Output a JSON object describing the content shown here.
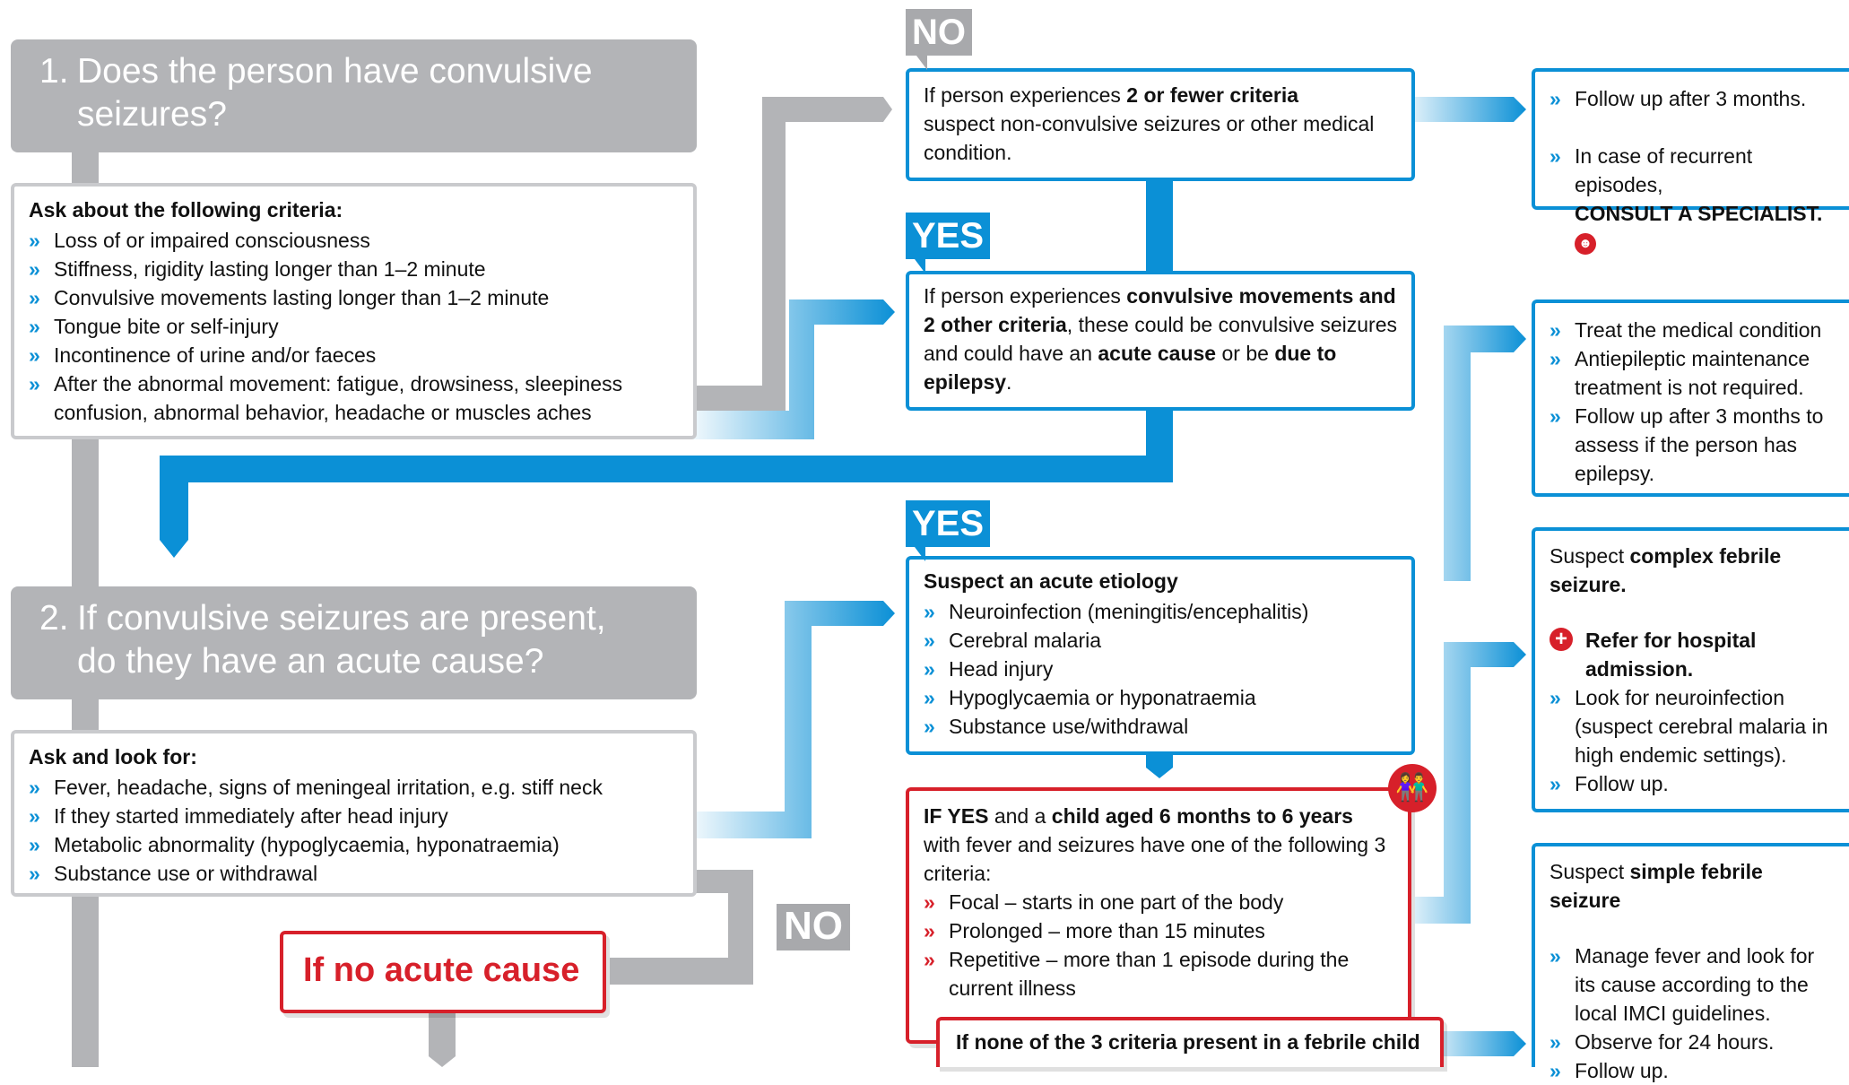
{
  "q1": {
    "number": "1.",
    "line1": "Does the person have convulsive",
    "line2": "seizures?"
  },
  "box1": {
    "heading": "Ask about the following criteria:",
    "items": [
      "Loss of or impaired consciousness",
      "Stiffness, rigidity lasting longer than 1–2 minute",
      "Convulsive movements lasting longer than 1–2 minute",
      "Tongue bite or self-injury",
      "Incontinence of urine and/or faeces",
      "After the abnormal movement: fatigue, drowsiness, sleepiness",
      "confusion, abnormal behavior, headache or muscles aches"
    ]
  },
  "tag_no1": "NO",
  "no_box": {
    "t1": "If person experiences ",
    "b1": "2 or fewer criteria",
    "t2": "suspect non-convulsive seizures or other medical condition."
  },
  "tag_yes1": "YES",
  "yes_box": {
    "t1": "If person experiences ",
    "b1": "convulsive movements and 2 other criteria",
    "t2": ", these could be convulsive seizures and could have an ",
    "b2": "acute cause",
    "t3": " or be ",
    "b3": "due to epilepsy",
    "t4": "."
  },
  "out1": {
    "item1": "Follow up after 3 months.",
    "item2a": "In case of recurrent episodes,",
    "item2b": "CONSULT A SPECIALIST."
  },
  "out2": {
    "items": [
      "Treat the medical condition",
      "Antiepileptic maintenance treatment is not required.",
      "Follow up after 3 months to assess if the person has epilepsy."
    ]
  },
  "q2": {
    "number": "2.",
    "line1": "If convulsive seizures are present,",
    "line2": "do they have an acute cause?"
  },
  "box2": {
    "heading": "Ask and look for:",
    "items": [
      "Fever, headache, signs of meningeal irritation, e.g. stiff neck",
      "If they started immediately after head injury",
      "Metabolic abnormality (hypoglycaemia, hyponatraemia)",
      "Substance use or withdrawal"
    ]
  },
  "tag_yes2": "YES",
  "acute_box": {
    "heading": "Suspect an acute etiology",
    "items": [
      "Neuroinfection (meningitis/encephalitis)",
      "Cerebral malaria",
      "Head injury",
      "Hypoglycaemia or hyponatraemia",
      "Substance use/withdrawal"
    ]
  },
  "no_label": "NO",
  "no_acute": "If no acute cause",
  "febrile_box": {
    "t1": "IF YES",
    "t2": " and a ",
    "b1": "child aged 6 months to 6 years",
    "t3": " with fever and seizures have one of the following 3 criteria:",
    "items": [
      "Focal – starts in one part of the body",
      "Prolonged – more than 15 minutes",
      "Repetitive – more than 1 episode during the current illness"
    ]
  },
  "none_box": "If none of the 3 criteria present in a febrile child",
  "complex": {
    "t1": "Suspect ",
    "b1": "complex febrile seizure.",
    "refer": "Refer for hospital admission.",
    "items": [
      "Look for neuroinfection (suspect cerebral malaria in high endemic settings).",
      "Follow up."
    ]
  },
  "simple": {
    "t1": "Suspect ",
    "b1": "simple febrile seizure",
    "items": [
      "Manage fever and look for its cause according to the local IMCI guidelines.",
      "Observe for 24 hours.",
      "Follow up."
    ]
  },
  "colors": {
    "blue": "#0b90d6",
    "grey": "#b3b4b7",
    "red": "#d7202a"
  }
}
